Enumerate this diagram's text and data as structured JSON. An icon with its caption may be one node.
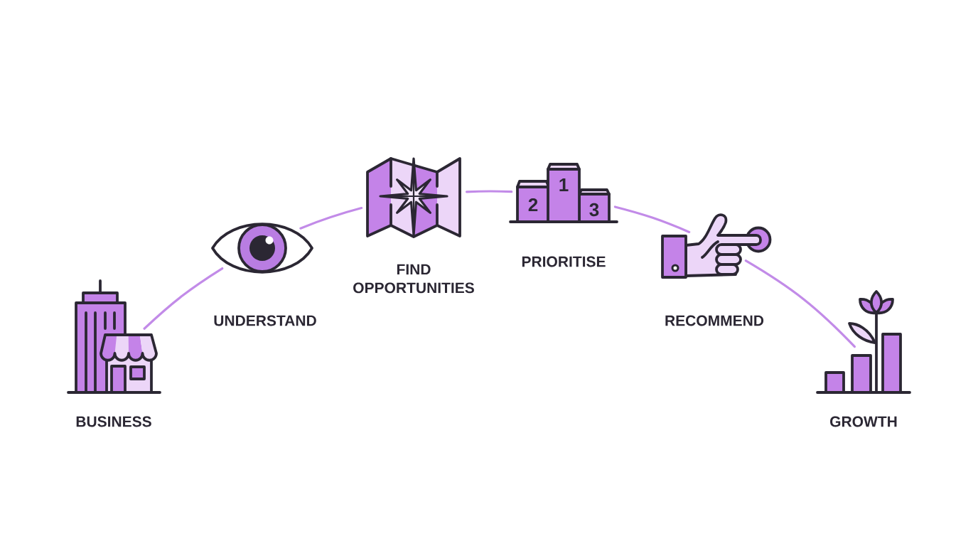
{
  "diagram": {
    "nodes": [
      {
        "text": [],
        "shape": "picture",
        "beside": [
          "BUSINESS"
        ]
      },
      {
        "text": [],
        "shape": "picture",
        "beside": [
          "UNDERSTAND"
        ]
      },
      {
        "text": [],
        "shape": "picture",
        "beside": [
          "FIND OPPORTUNITIES"
        ]
      },
      {
        "text": [],
        "shape": "picture",
        "beside": [
          "PRIORITISE"
        ]
      },
      {
        "text": [],
        "shape": "picture",
        "beside": [
          "RECOMMEND"
        ]
      },
      {
        "text": [],
        "shape": "picture",
        "beside": [
          "GROWTH"
        ]
      }
    ],
    "edges": [
      {
        "from": 0,
        "to": 1,
        "arrow": "none"
      },
      {
        "from": 1,
        "to": 2,
        "arrow": "none"
      },
      {
        "from": 2,
        "to": 3,
        "arrow": "none"
      },
      {
        "from": 3,
        "to": 4,
        "arrow": "none"
      },
      {
        "from": 4,
        "to": 5,
        "arrow": "none"
      }
    ],
    "labels": [
      "2",
      "1",
      "3"
    ]
  }
}
